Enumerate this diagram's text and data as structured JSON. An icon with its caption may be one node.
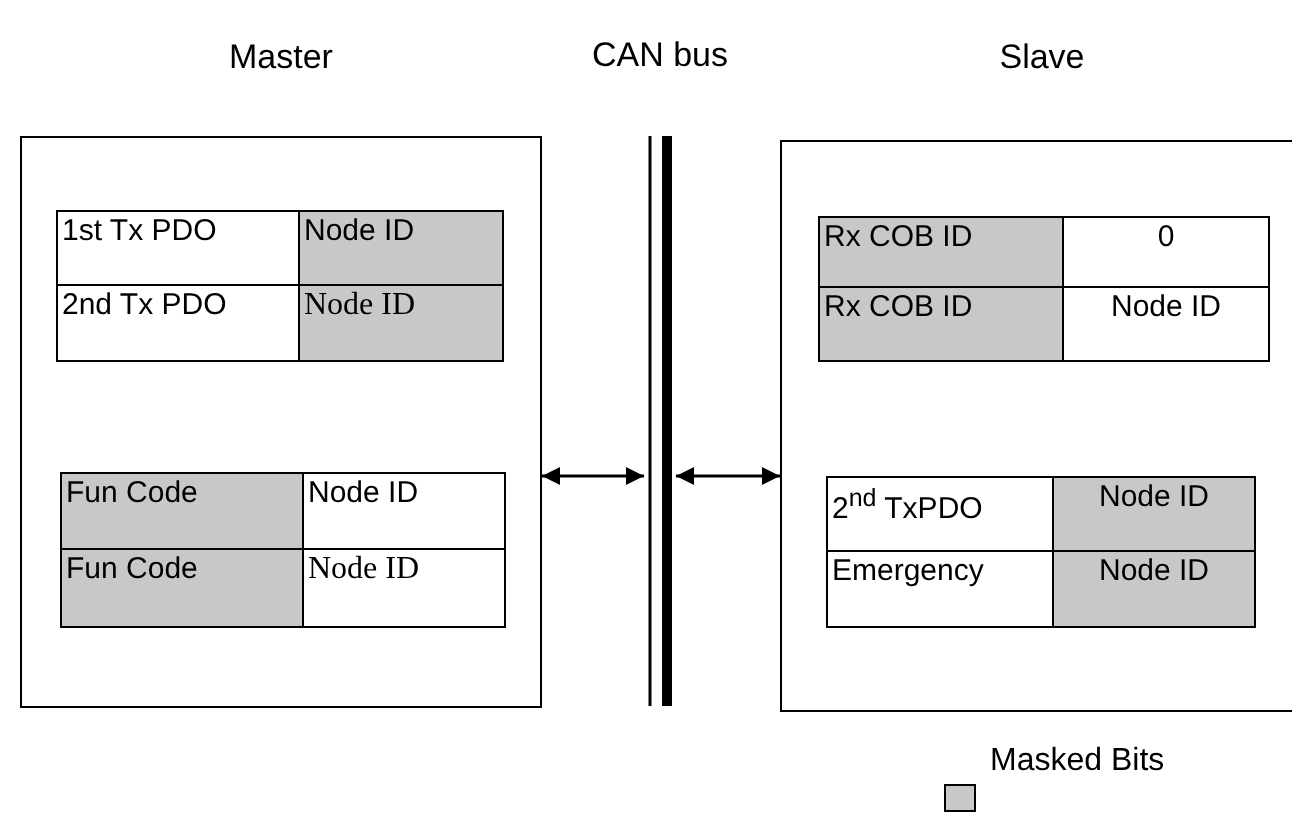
{
  "diagram": {
    "nodes": [
      {
        "text": [
          "Master"
        ]
      },
      {
        "text": [
          "1st Tx PDO"
        ],
        "in": 0
      },
      {
        "text": [
          "Node ID"
        ],
        "in": 0
      },
      {
        "text": [
          "2nd Tx PDO"
        ],
        "in": 0
      },
      {
        "text": [
          "Node ID"
        ],
        "in": 0
      },
      {
        "text": [
          "Fun Code"
        ],
        "in": 0
      },
      {
        "text": [
          "Node ID"
        ],
        "in": 0
      },
      {
        "text": [
          "Fun Code"
        ],
        "in": 0
      },
      {
        "text": [
          "Node ID"
        ],
        "in": 0
      },
      {
        "text": [
          "CAN bus"
        ]
      },
      {
        "text": [
          "Slave"
        ]
      },
      {
        "text": [
          "Rx COB ID"
        ],
        "in": 10
      },
      {
        "text": [
          "0"
        ],
        "in": 10
      },
      {
        "text": [
          "Rx COB ID"
        ],
        "in": 10
      },
      {
        "text": [
          "Node ID"
        ],
        "in": 10
      },
      {
        "text": [
          "2$^{nd}$ TxPDO"
        ],
        "in": 10
      },
      {
        "text": [
          "Node ID"
        ],
        "in": 10
      },
      {
        "text": [
          "Emergency"
        ],
        "in": 10
      },
      {
        "text": [
          "Node ID"
        ],
        "in": 10
      }
    ],
    "edges": [
      {
        "from": 0,
        "to": 9,
        "arrow": "both"
      },
      {
        "from": 9,
        "to": 10,
        "arrow": "both"
      }
    ],
    "legend": [
      {
        "text": "Masked Bits",
        "color": "#c8c8c8"
      }
    ]
  }
}
